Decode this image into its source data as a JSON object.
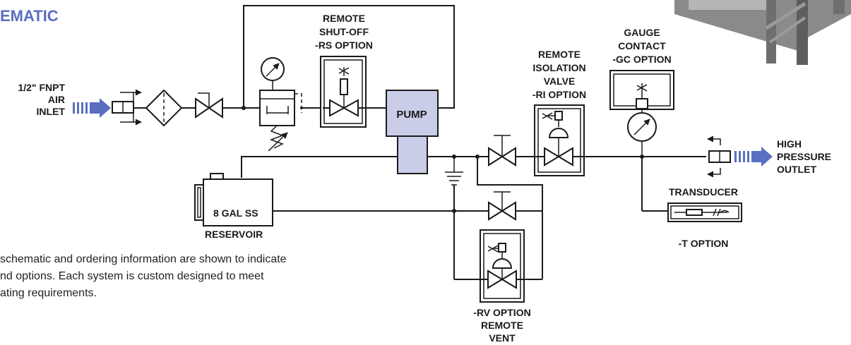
{
  "title": "EMATIC",
  "labels": {
    "air_inlet": [
      "1/2\" FNPT",
      "AIR",
      "INLET"
    ],
    "remote_shutoff": [
      "REMOTE",
      "SHUT-OFF",
      "-RS OPTION"
    ],
    "pump": "PUMP",
    "remote_isolation": [
      "REMOTE",
      "ISOLATION",
      "VALVE",
      "-RI OPTION"
    ],
    "gauge_contact": [
      "GAUGE",
      "CONTACT",
      "-GC OPTION"
    ],
    "high_pressure_outlet": [
      "HIGH",
      "PRESSURE",
      "OUTLET"
    ],
    "transducer": "TRANSDUCER",
    "transducer_option": "-T OPTION",
    "reservoir": [
      "8 GAL SS",
      "RESERVOIR"
    ],
    "remote_vent": [
      "-RV OPTION",
      "REMOTE",
      "VENT"
    ]
  },
  "note": [
    "schematic and ordering information are shown to indicate",
    "nd options. Each system is custom designed to meet",
    "ating requirements."
  ],
  "colors": {
    "title": "#5a6fbf",
    "flow_arrow": "#5a6fbf",
    "pump_fill": "#c9cde8",
    "frame": "#6e6e6e"
  }
}
